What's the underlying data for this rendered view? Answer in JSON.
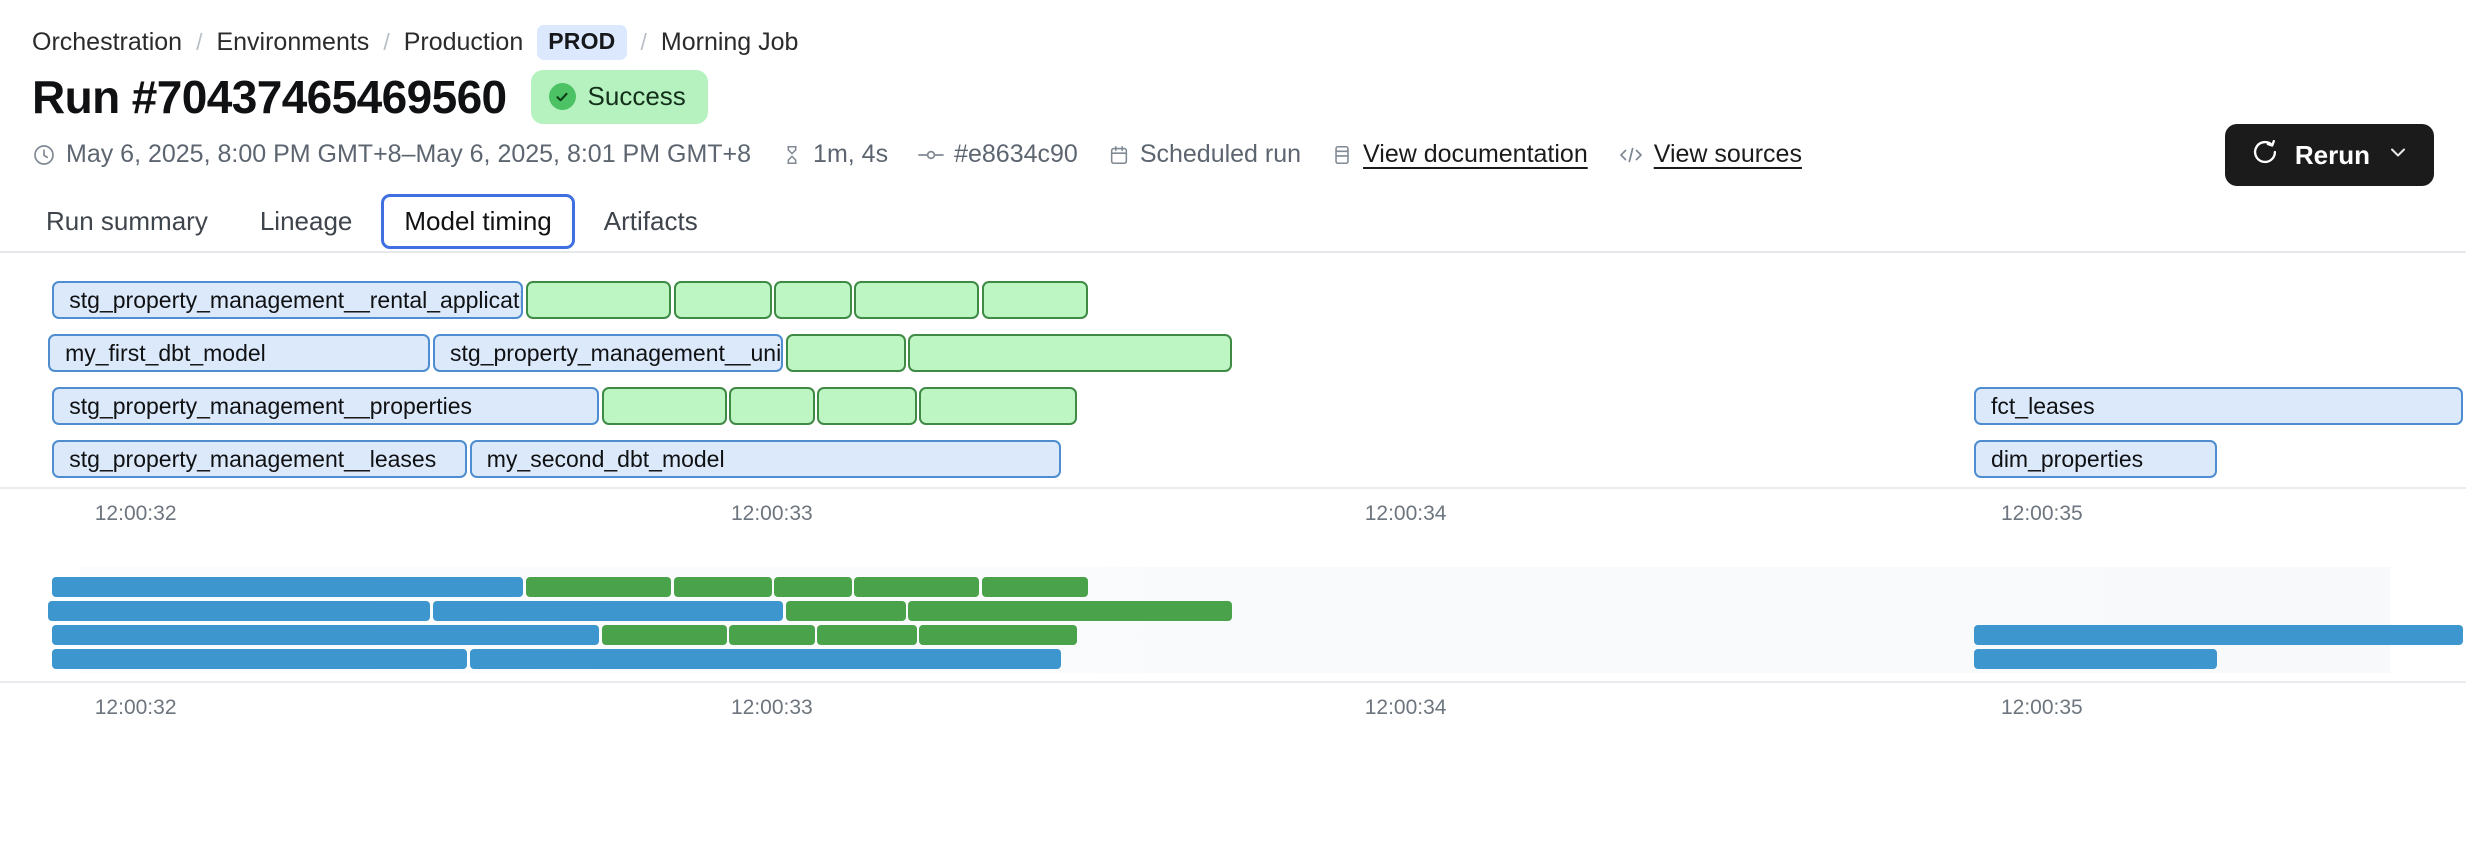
{
  "breadcrumb": {
    "items": [
      {
        "label": "Orchestration",
        "type": "link"
      },
      {
        "label": "Environments",
        "type": "link"
      },
      {
        "label": "Production",
        "type": "link"
      },
      {
        "label": "PROD",
        "type": "chip"
      },
      {
        "label": "Morning Job",
        "type": "text"
      }
    ],
    "separator": "/"
  },
  "header": {
    "title": "Run #70437465469560",
    "status": {
      "label": "Success",
      "color": "#b6f2c0",
      "dot_color": "#4cc264",
      "icon": "check-icon"
    },
    "rerun": {
      "label": "Rerun",
      "icon": "refresh-icon",
      "chevron": "chevron-down-icon"
    }
  },
  "meta": {
    "timerange": {
      "icon": "clock-icon",
      "text": "May 6, 2025, 8:00 PM GMT+8–May 6, 2025, 8:01 PM GMT+8"
    },
    "duration": {
      "icon": "hourglass-icon",
      "text": "1m, 4s"
    },
    "commit": {
      "icon": "git-commit-icon",
      "text": "#e8634c90"
    },
    "trigger": {
      "icon": "calendar-icon",
      "text": "Scheduled run"
    },
    "docs": {
      "icon": "book-icon",
      "text": "View documentation"
    },
    "sources": {
      "icon": "code-icon",
      "text": "View sources"
    }
  },
  "tabs": [
    {
      "label": "Run summary",
      "active": false
    },
    {
      "label": "Lineage",
      "active": false
    },
    {
      "label": "Model timing",
      "active": true
    },
    {
      "label": "Artifacts",
      "active": false
    }
  ],
  "chart_data": {
    "type": "bar",
    "title": "Model timing",
    "xlabel": "",
    "ylabel": "",
    "grid": false,
    "colors": {
      "model_fill": "#dce9fb",
      "model_stroke": "#4d8dd0",
      "test_fill": "#bdf5c3",
      "test_stroke": "#3f8b45",
      "mini_model": "#3d96ce",
      "mini_test": "#4aa24a"
    },
    "axis_ticks": [
      "12:00:32",
      "12:00:33",
      "12:00:34",
      "12:00:35"
    ],
    "axis_tick_x_pct": [
      5.5,
      31.3,
      57.0,
      82.8
    ],
    "detail_rows": [
      {
        "row": 0,
        "segments": [
          {
            "label": "stg_property_management__rental_applications",
            "kind": "model",
            "x_pct": 2.12,
            "w_pct": 19.1
          },
          {
            "label": "",
            "kind": "test",
            "x_pct": 21.31,
            "w_pct": 5.92
          },
          {
            "label": "",
            "kind": "test",
            "x_pct": 27.33,
            "w_pct": 3.97
          },
          {
            "label": "",
            "kind": "test",
            "x_pct": 31.39,
            "w_pct": 3.17
          },
          {
            "label": "",
            "kind": "test",
            "x_pct": 34.65,
            "w_pct": 5.07
          },
          {
            "label": "",
            "kind": "test",
            "x_pct": 39.82,
            "w_pct": 4.3
          }
        ]
      },
      {
        "row": 1,
        "segments": [
          {
            "label": "my_first_dbt_model",
            "kind": "model",
            "x_pct": 1.95,
            "w_pct": 15.5
          },
          {
            "label": "stg_property_management__units",
            "kind": "model",
            "x_pct": 17.56,
            "w_pct": 14.21
          },
          {
            "label": "",
            "kind": "test",
            "x_pct": 31.87,
            "w_pct": 4.87
          },
          {
            "label": "",
            "kind": "test",
            "x_pct": 36.82,
            "w_pct": 13.14
          }
        ]
      },
      {
        "row": 2,
        "segments": [
          {
            "label": "stg_property_management__properties",
            "kind": "model",
            "x_pct": 2.12,
            "w_pct": 22.18
          },
          {
            "label": "",
            "kind": "test",
            "x_pct": 24.41,
            "w_pct": 5.07
          },
          {
            "label": "",
            "kind": "test",
            "x_pct": 29.56,
            "w_pct": 3.49
          },
          {
            "label": "",
            "kind": "test",
            "x_pct": 33.13,
            "w_pct": 4.06
          },
          {
            "label": "",
            "kind": "test",
            "x_pct": 37.27,
            "w_pct": 6.41
          },
          {
            "label": "fct_leases",
            "kind": "model",
            "x_pct": 80.05,
            "w_pct": 19.83
          }
        ]
      },
      {
        "row": 3,
        "segments": [
          {
            "label": "stg_property_management__leases",
            "kind": "model",
            "x_pct": 2.12,
            "w_pct": 16.83
          },
          {
            "label": "my_second_dbt_model",
            "kind": "model",
            "x_pct": 19.05,
            "w_pct": 23.98
          },
          {
            "label": "dim_properties",
            "kind": "model",
            "x_pct": 80.05,
            "w_pct": 9.85
          }
        ]
      }
    ],
    "overview_rows": [
      {
        "row": 0,
        "segments": [
          {
            "kind": "model",
            "x_pct": 2.12,
            "w_pct": 19.1
          },
          {
            "kind": "test",
            "x_pct": 21.31,
            "w_pct": 5.92
          },
          {
            "kind": "test",
            "x_pct": 27.33,
            "w_pct": 3.97
          },
          {
            "kind": "test",
            "x_pct": 31.39,
            "w_pct": 3.17
          },
          {
            "kind": "test",
            "x_pct": 34.65,
            "w_pct": 5.07
          },
          {
            "kind": "test",
            "x_pct": 39.82,
            "w_pct": 4.3
          }
        ]
      },
      {
        "row": 1,
        "segments": [
          {
            "kind": "model",
            "x_pct": 1.95,
            "w_pct": 15.5
          },
          {
            "kind": "model",
            "x_pct": 17.56,
            "w_pct": 14.21
          },
          {
            "kind": "test",
            "x_pct": 31.87,
            "w_pct": 4.87
          },
          {
            "kind": "test",
            "x_pct": 36.82,
            "w_pct": 13.14
          }
        ]
      },
      {
        "row": 2,
        "segments": [
          {
            "kind": "model",
            "x_pct": 2.12,
            "w_pct": 22.18
          },
          {
            "kind": "test",
            "x_pct": 24.41,
            "w_pct": 5.07
          },
          {
            "kind": "test",
            "x_pct": 29.56,
            "w_pct": 3.49
          },
          {
            "kind": "test",
            "x_pct": 33.13,
            "w_pct": 4.06
          },
          {
            "kind": "test",
            "x_pct": 37.27,
            "w_pct": 6.41
          },
          {
            "kind": "model",
            "x_pct": 80.05,
            "w_pct": 19.83
          }
        ]
      },
      {
        "row": 3,
        "segments": [
          {
            "kind": "model",
            "x_pct": 2.12,
            "w_pct": 16.83
          },
          {
            "kind": "model",
            "x_pct": 19.05,
            "w_pct": 23.98
          },
          {
            "kind": "model",
            "x_pct": 80.05,
            "w_pct": 9.85
          }
        ]
      }
    ]
  }
}
